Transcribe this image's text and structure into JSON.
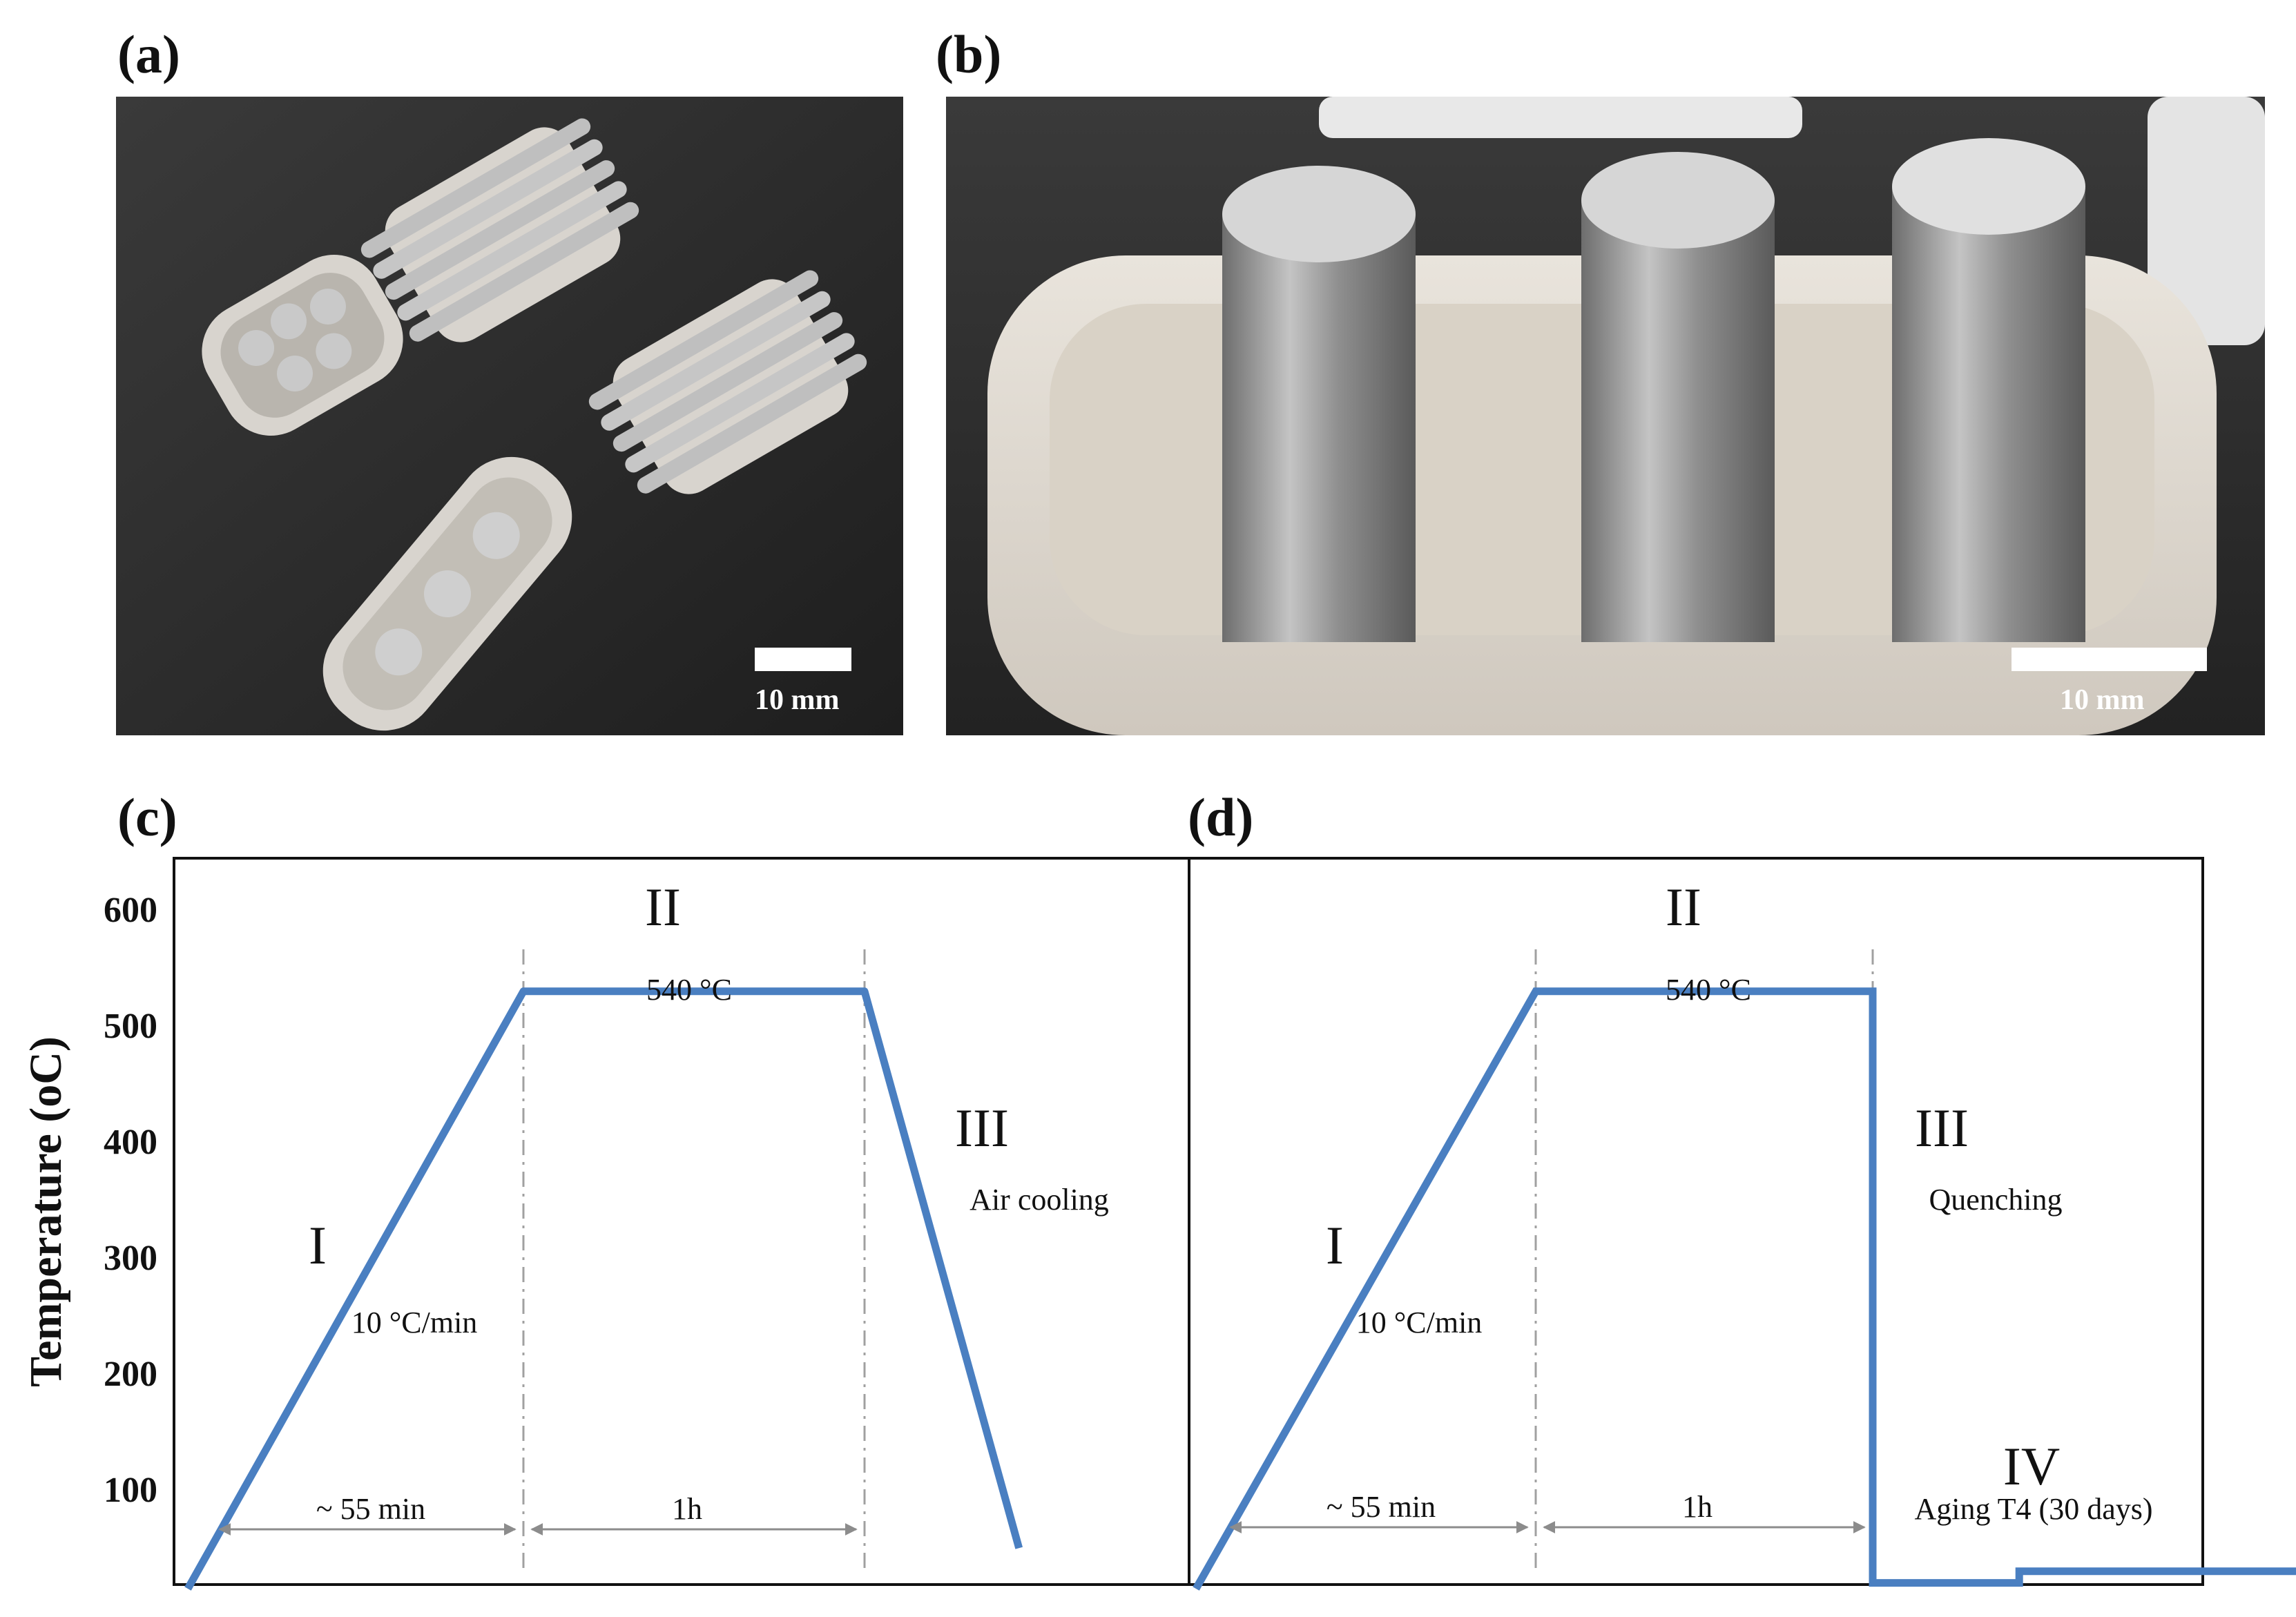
{
  "panels": {
    "a": {
      "label": "(a)",
      "scale": "10 mm"
    },
    "b": {
      "label": "(b)",
      "scale": "10 mm"
    },
    "c": {
      "label": "(c)"
    },
    "d": {
      "label": "(d)"
    }
  },
  "colors": {
    "curve": "#4a7fc1",
    "dims": "#8c8c8c",
    "guide": "#a0a0a0",
    "frame": "#111111"
  },
  "chart_data": [
    {
      "type": "line",
      "panel": "(c)",
      "title": "",
      "ylabel": "Temperature (oC)",
      "yticks": [
        600,
        500,
        400,
        300,
        200,
        100
      ],
      "ylim": [
        0,
        640
      ],
      "grid": false,
      "points": [
        [
          0,
          25
        ],
        [
          55,
          540
        ],
        [
          115,
          540
        ],
        [
          140,
          60
        ]
      ],
      "stages": [
        {
          "roman": "I",
          "note": "10 °C/min"
        },
        {
          "roman": "II",
          "note": "540 °C"
        },
        {
          "roman": "III",
          "note": "Air cooling"
        }
      ],
      "durations": [
        "~ 55 min",
        "1h"
      ]
    },
    {
      "type": "line",
      "panel": "(d)",
      "title": "",
      "ylabel": "",
      "ylim": [
        0,
        640
      ],
      "grid": false,
      "points": [
        [
          0,
          25
        ],
        [
          55,
          540
        ],
        [
          115,
          540
        ],
        [
          115,
          30
        ],
        [
          125,
          30
        ],
        [
          125,
          40
        ],
        [
          160,
          40
        ]
      ],
      "stages": [
        {
          "roman": "I",
          "note": "10 °C/min"
        },
        {
          "roman": "II",
          "note": "540 °C"
        },
        {
          "roman": "III",
          "note": "Quenching"
        },
        {
          "roman": "IV",
          "note": "Aging T4 (30 days)"
        }
      ],
      "durations": [
        "~ 55 min",
        "1h"
      ]
    }
  ]
}
